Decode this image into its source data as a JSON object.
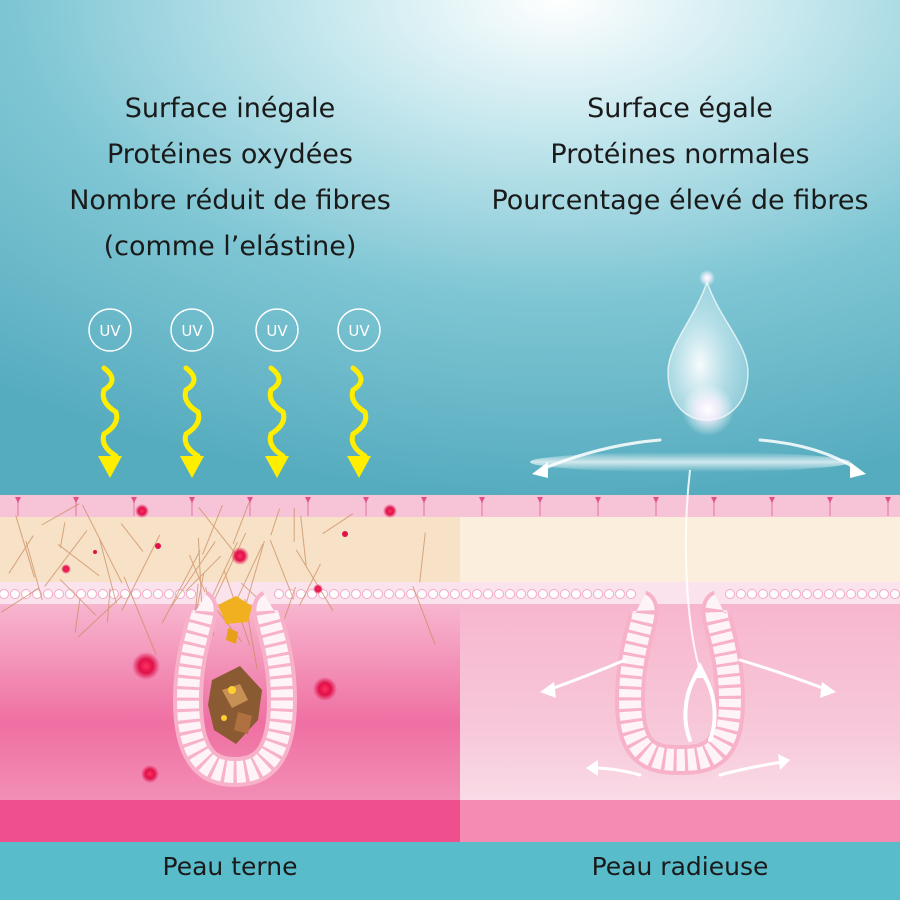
{
  "left_panel": {
    "lines": [
      "Surface inégale",
      "Protéines oxydées",
      "Nombre réduit de fibres",
      "(comme l’elástine)"
    ],
    "uv_label": "UV",
    "footer": "Peau terne"
  },
  "right_panel": {
    "lines": [
      "Surface égale",
      "Protéines normales",
      "Pourcentage élevé de fibres"
    ],
    "footer": "Peau radieuse"
  },
  "colors": {
    "sky": "#5fb7c8",
    "uv_arrow": "#ffee00",
    "skin_pink": "#ee5c95",
    "skin_light": "#f9e3d3",
    "footer_band": "#58bccb"
  }
}
